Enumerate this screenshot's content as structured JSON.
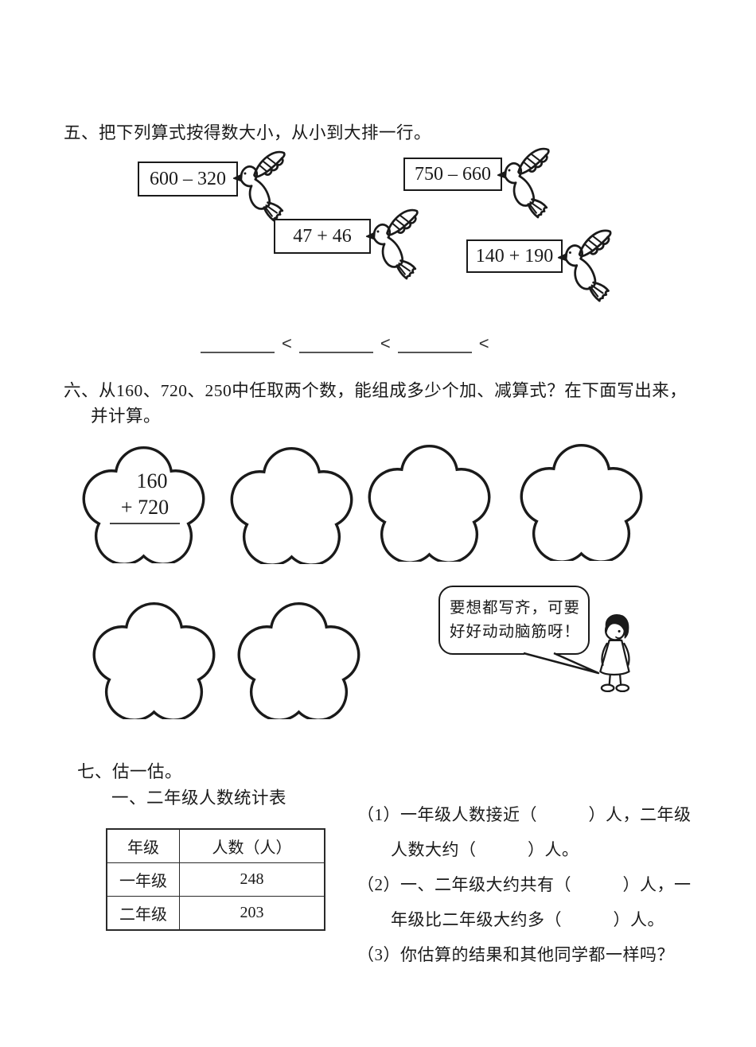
{
  "colors": {
    "ink": "#1a1a1a",
    "blank_line": "#555555"
  },
  "section5": {
    "heading": "五、把下列算式按得数大小，从小到大排一行。",
    "expressions": [
      "600 – 320",
      "750 – 660",
      "47 + 46",
      "140 + 190"
    ],
    "less_than": "<"
  },
  "section6": {
    "heading_line1": "六、从160、720、250中任取两个数，能组成多少个加、减算式？在下面写出来，",
    "heading_line2": "并计算。",
    "flower_example": {
      "addend1": "160",
      "addend2": "+ 720"
    },
    "speech_bubble": {
      "line1": "要想都写齐，可要",
      "line2": "好好动动脑筋呀！"
    }
  },
  "section7": {
    "heading": "七、估一估。",
    "subtitle": "一、二年级人数统计表",
    "table": {
      "headers": [
        "年级",
        "人数（人）"
      ],
      "rows": [
        [
          "一年级",
          "248"
        ],
        [
          "二年级",
          "203"
        ]
      ]
    },
    "questions": [
      [
        "（1）一年级人数接近（　　　）人，二年级",
        "人数大约（　　　）人。"
      ],
      [
        "（2）一、二年级大约共有（　　　）人，一",
        "年级比二年级大约多（　　　）人。"
      ],
      [
        "（3）你估算的结果和其他同学都一样吗？"
      ]
    ]
  }
}
